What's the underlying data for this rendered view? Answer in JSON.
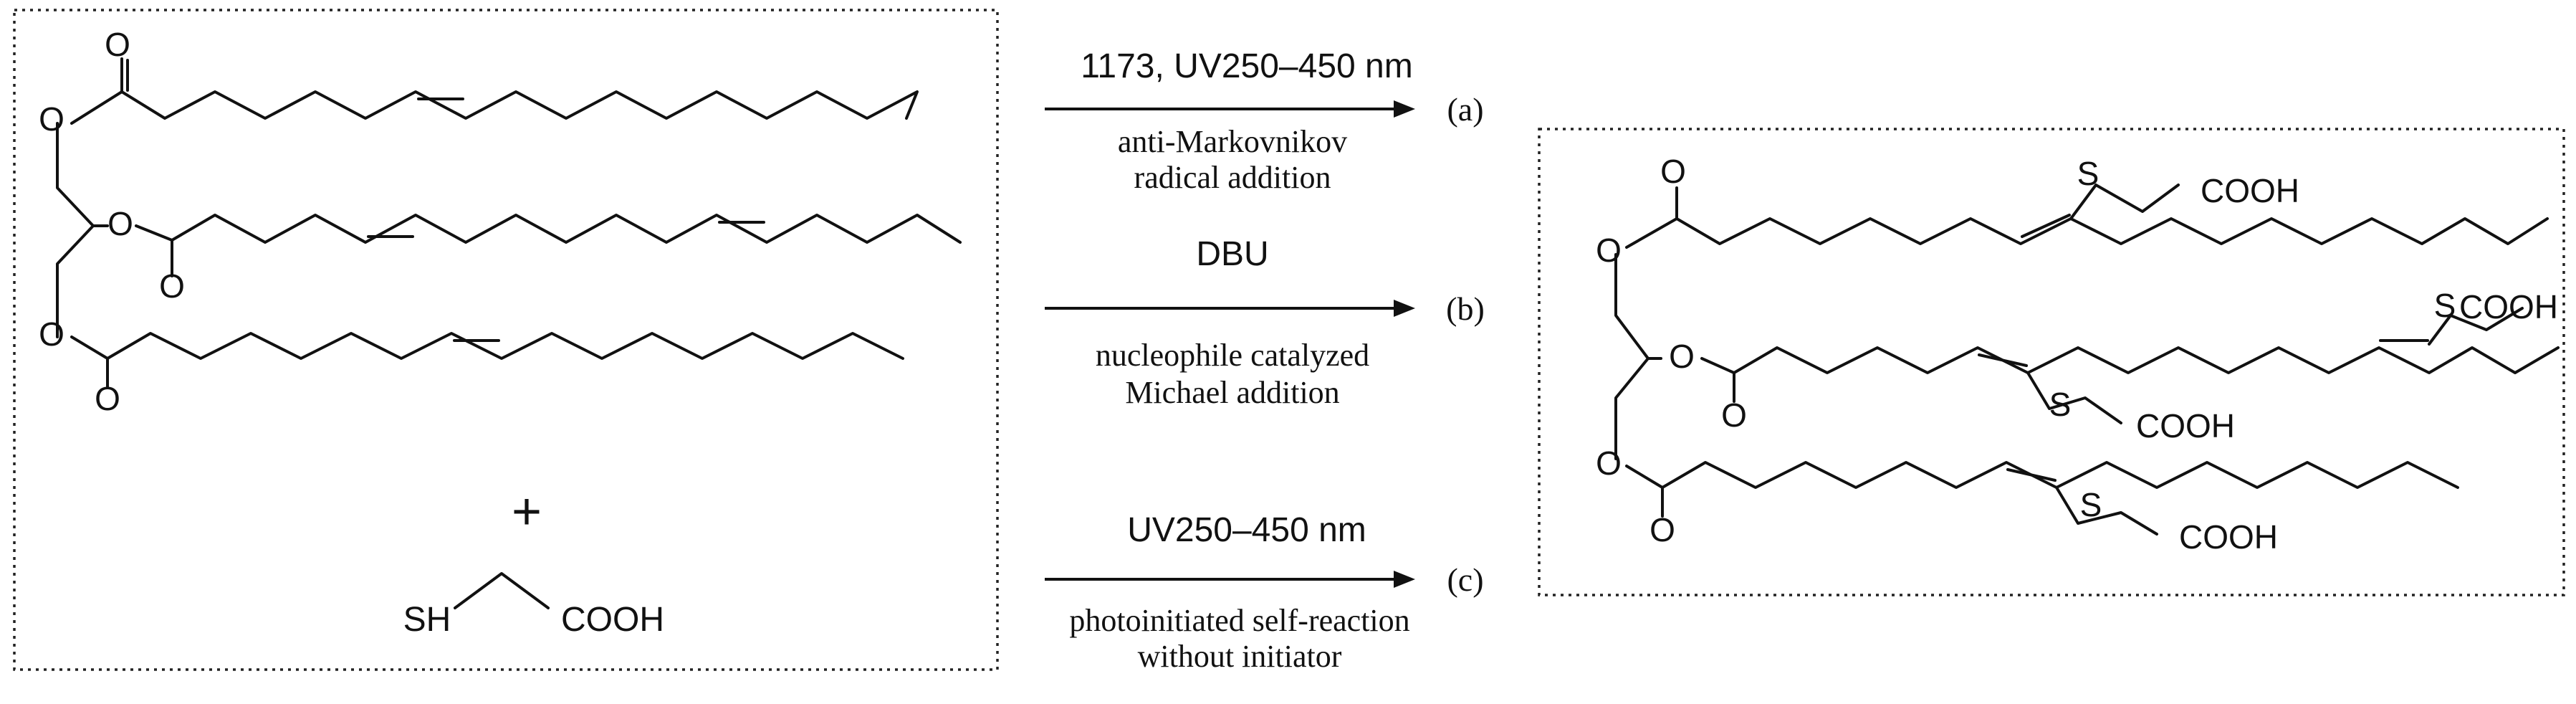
{
  "reactant": {
    "plus": "+",
    "thiol_left": "SH",
    "thiol_right": "COOH",
    "oxygen": "O"
  },
  "reactions": [
    {
      "top": "1173, UV250–450 nm",
      "bottom1": "anti-Markovnikov",
      "bottom2": "radical addition",
      "label": "(a)"
    },
    {
      "top": "DBU",
      "bottom1": "nucleophile catalyzed",
      "bottom2": "Michael addition",
      "label": "(b)"
    },
    {
      "top": "UV250–450 nm",
      "bottom1": "photoinitiated self-reaction",
      "bottom2": "without initiator",
      "label": "(c)"
    }
  ],
  "product": {
    "sulfur": "S",
    "acid": "COOH",
    "oxygen": "O"
  }
}
